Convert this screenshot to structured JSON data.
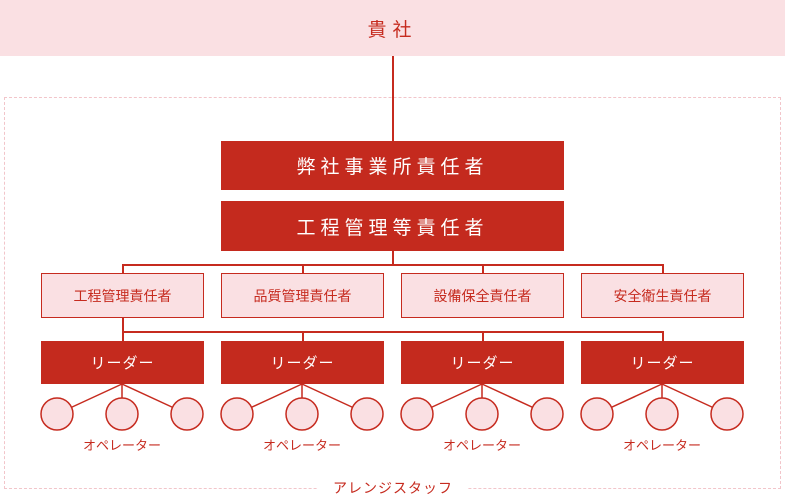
{
  "client": {
    "label": "貴社"
  },
  "site_manager": {
    "label": "弊社事業所責任者"
  },
  "process_manager_lead": {
    "label": "工程管理等責任者"
  },
  "roles": [
    {
      "label": "工程管理責任者"
    },
    {
      "label": "品質管理責任者"
    },
    {
      "label": "設備保全責任者"
    },
    {
      "label": "安全衛生責任者"
    }
  ],
  "leaders": [
    {
      "label": "リーダー"
    },
    {
      "label": "リーダー"
    },
    {
      "label": "リーダー"
    },
    {
      "label": "リーダー"
    }
  ],
  "operators": [
    {
      "label": "オペレーター"
    },
    {
      "label": "オペレーター"
    },
    {
      "label": "オペレーター"
    },
    {
      "label": "オペレーター"
    }
  ],
  "frame": {
    "label": "アレンジスタッフ"
  },
  "colors": {
    "primary": "#c42a1e",
    "pink": "#fae0e3",
    "dash": "#f2c5ca"
  }
}
